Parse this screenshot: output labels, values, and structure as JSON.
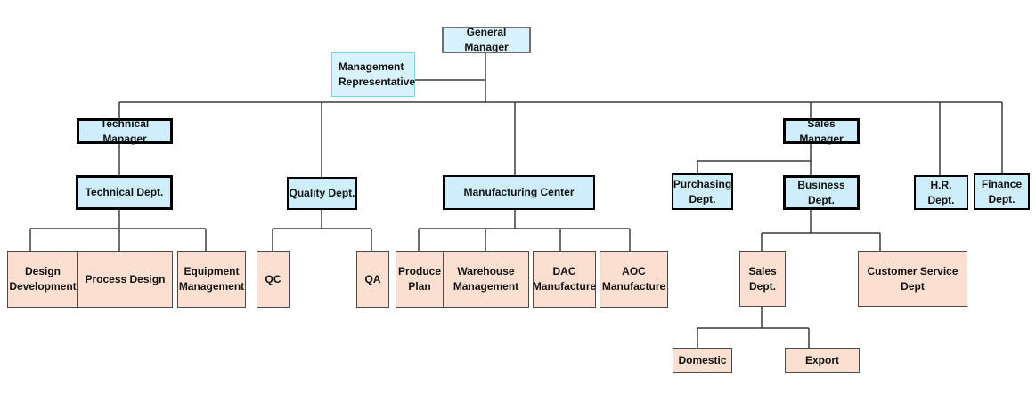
{
  "chart": {
    "general_manager": "General Manager",
    "management_representative": "Management\nRepresentative",
    "technical_manager": "Technical Manager",
    "technical_dept": "Technical Dept.",
    "quality_dept": "Quality Dept.",
    "manufacturing_center": "Manufacturing Center",
    "sales_manager": "Sales Manager",
    "purchasing_dept": "Purchasing\nDept.",
    "business_dept": "Business Dept.",
    "hr_dept": "H.R. Dept.",
    "finance_dept": "Finance\nDept.",
    "design_development": "Design\nDevelopment",
    "process_design": "Process Design",
    "equipment_management": "Equipment\nManagement",
    "qc": "QC",
    "qa": "QA",
    "produce_plan": "Produce\nPlan",
    "warehouse_management": "Warehouse\nManagement",
    "dac_manufacture": "DAC\nManufacture",
    "aoc_manufacture": "AOC\nManufacture",
    "sales_dept": "Sales\nDept.",
    "customer_service_dept": "Customer Service Dept",
    "domestic": "Domestic",
    "export": "Export"
  }
}
